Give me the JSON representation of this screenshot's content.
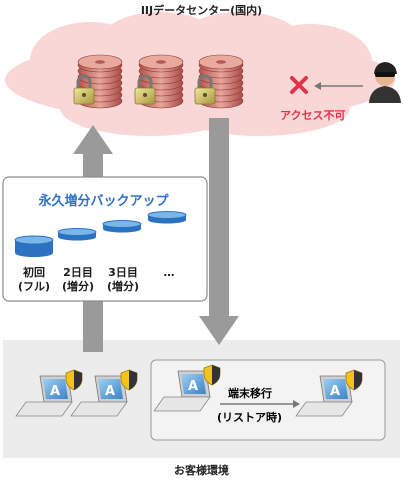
{
  "title": "IIJデータセンター(国内)",
  "access_denied": "アクセス不可",
  "backup": {
    "title": "永久増分バックアップ",
    "columns": [
      {
        "line1": "初回",
        "line2": "(フル)"
      },
      {
        "line1": "2日目",
        "line2": "(増分)"
      },
      {
        "line1": "3日目",
        "line2": "(増分)"
      },
      {
        "line1": "…",
        "line2": ""
      }
    ]
  },
  "migration": {
    "line1": "端末移行",
    "line2": "(リストア時)"
  },
  "environment": "お客様環境",
  "colors": {
    "cloud": "#f9d7d7",
    "environment": "#ececec",
    "arrow": "#9a9a9a",
    "accent_text": "#e0344a",
    "box_title": "#2f6fc4",
    "disk_blue": "#2d72c0"
  },
  "icons": [
    "database-icon",
    "padlock-icon",
    "laptop-icon",
    "shield-icon",
    "attacker-icon",
    "deny-cross-icon",
    "arrow-up-icon",
    "arrow-down-icon"
  ]
}
